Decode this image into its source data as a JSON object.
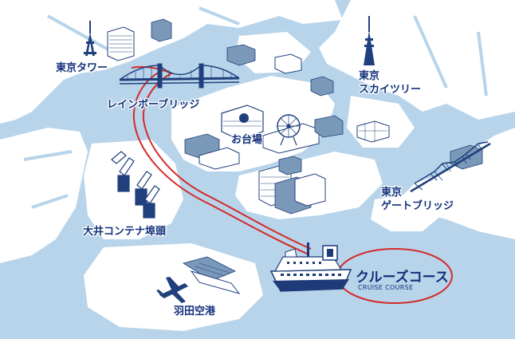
{
  "colors": {
    "water": "#b7d4ea",
    "land": "#ffffff",
    "label": "#12307a",
    "route": "#d42a2a",
    "building": "#7a98b8",
    "building_dark": "#20407d",
    "ship_hull": "#1f3a78"
  },
  "labels": {
    "tokyo_tower": "東京タワー",
    "rainbow_bridge": "レインボーブリッジ",
    "odaiba": "お台場",
    "skytree_line1": "東京",
    "skytree_line2": "スカイツリー",
    "gate_bridge_line1": "東京",
    "gate_bridge_line2": "ゲートブリッジ",
    "oi_container": "大井コンテナ埠頭",
    "haneda": "羽田空港"
  },
  "course": {
    "title": "クルーズコース",
    "subtitle": "CRUISE COURSE"
  },
  "icons": [
    "tokyo-tower-icon",
    "rainbow-bridge-icon",
    "skytree-icon",
    "ferris-wheel-icon",
    "gate-bridge-icon",
    "container-crane-icon",
    "airplane-icon",
    "cruise-ship-icon"
  ]
}
